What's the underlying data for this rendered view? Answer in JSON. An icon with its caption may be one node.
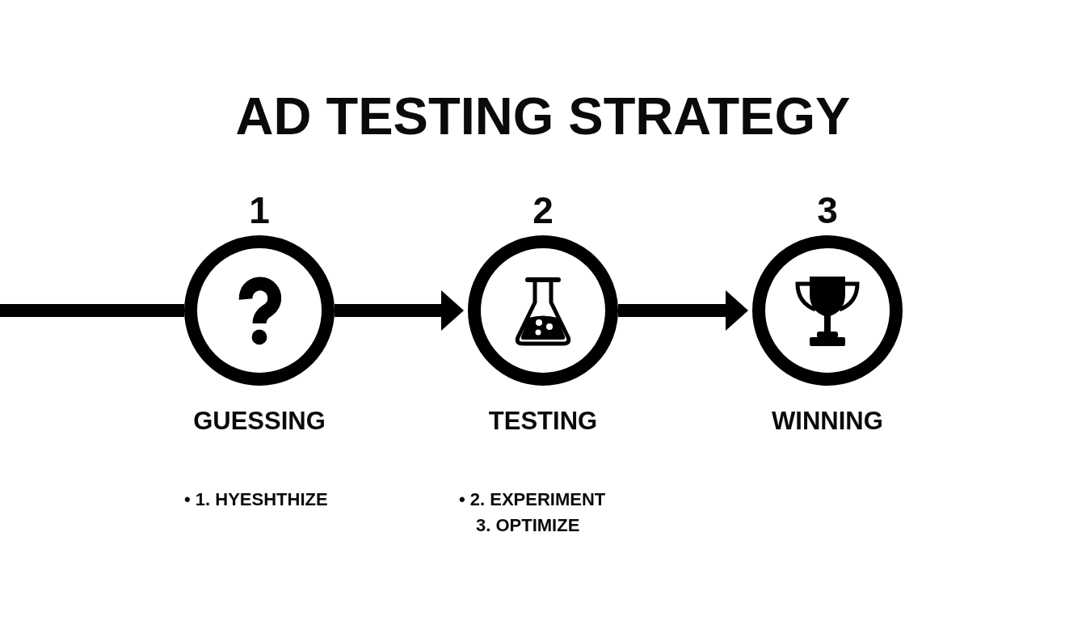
{
  "diagram": {
    "title": "AD TESTING STRATEGY",
    "nodes": [
      {
        "text": [
          "1",
          "GUESSING"
        ]
      },
      {
        "text": [
          "2",
          "TESTING"
        ]
      },
      {
        "text": [
          "3",
          "WINNING"
        ]
      }
    ],
    "edges": [
      {
        "from": null,
        "to": 0,
        "arrow": "none"
      },
      {
        "from": 0,
        "to": 1,
        "arrow": "to"
      },
      {
        "from": 1,
        "to": 2,
        "arrow": "to"
      }
    ],
    "labels": [
      "• 1. HYESHTHIZE",
      "• 2. EXPERIMENT",
      "3. OPTIMIZE"
    ]
  }
}
